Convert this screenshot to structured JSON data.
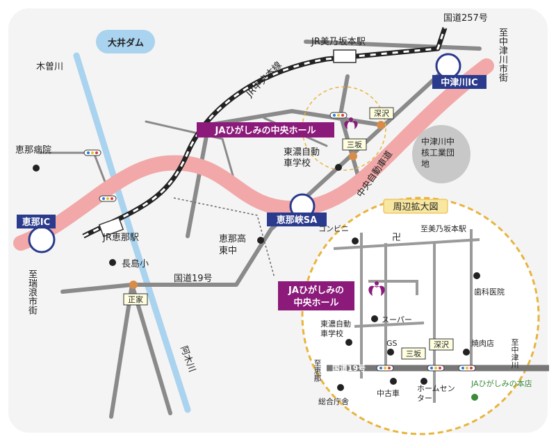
{
  "roads": {
    "route257": "国道257号",
    "route19_main": "国道19号",
    "chuo_expressway": "中央自動車道",
    "jr_chuo_line": "JR中央本線",
    "route19_inset": "国道19号"
  },
  "stations": {
    "jr_minosakamoto": "JR美乃坂本駅",
    "jr_ena": "JR恵那駅"
  },
  "interchanges": {
    "ena_ic": "恵那IC",
    "nakatsugawa_ic": "中津川IC",
    "enakyo_sa": "恵那峡SA"
  },
  "destinations": {
    "to_nakatsugawa_main": "至中津川市街",
    "to_mizunami": "至瑞浪市街",
    "to_minosakamoto": "至美乃坂本駅",
    "to_nakatsugawa_inset": "至中津川",
    "to_ena_inset": "至恵那"
  },
  "places": {
    "oi_dam": "大井ダム",
    "kiso_river": "木曽川",
    "ena_hospital": "恵那病院",
    "tono_driving_school": "東濃自動車学校",
    "industrial_park": "中津川中核工業団地",
    "ena_high_east": "恵那高東中",
    "nagashima_elem": "長島小",
    "aki_river": "阿木川"
  },
  "intersections": {
    "fukasawa": "深沢",
    "sanzaka": "三坂",
    "shoke": "正家"
  },
  "venue": {
    "main_label": "JAひがしみの中央ホール",
    "inset_line1": "JAひがしみの",
    "inset_line2": "中央ホール"
  },
  "inset": {
    "title": "周辺拡大図",
    "convenience": "コンビニ",
    "shrine_mark": "卍",
    "dental": "歯科医院",
    "supermarket": "スーパー",
    "driving_school": "東濃自動車学校",
    "gs": "GS",
    "sanzaka": "三坂",
    "fukasawa": "深沢",
    "yakiniku": "焼肉店",
    "used_car": "中古車",
    "home_center": "ホームセンター",
    "general_office": "総合庁舎",
    "ja_head_office": "JAひがしみの本店"
  },
  "colors": {
    "expressway": "#f2a8a8",
    "river": "#a9d3ee",
    "road": "#808080",
    "venue_label": "#8b1a7a",
    "ic_label": "#2a3a8c",
    "inset_border": "#e8b43c",
    "ja_green": "#3a8a3a"
  }
}
